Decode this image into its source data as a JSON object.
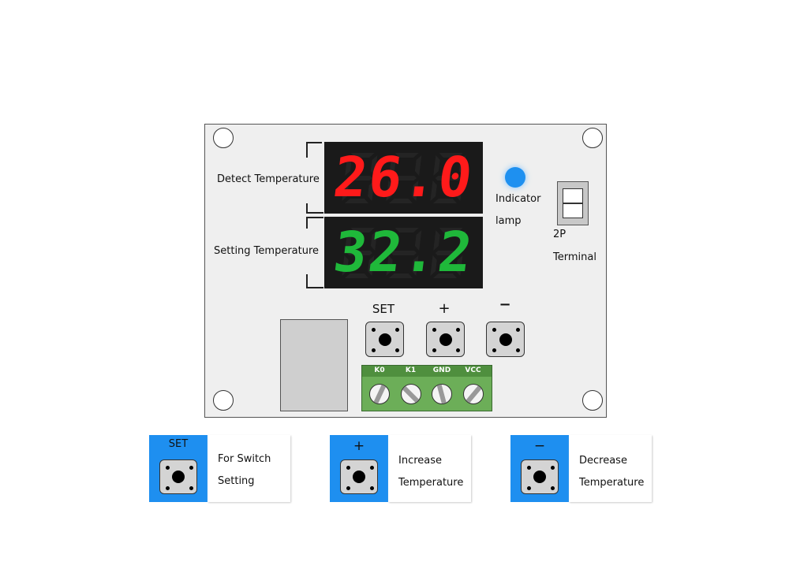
{
  "displays": {
    "detect": {
      "label": "Detect Temperature",
      "value": "26.0",
      "color": "#ff1a1a"
    },
    "setting": {
      "label": "Setting Temperature",
      "value": "32.2",
      "color": "#1fb83a"
    }
  },
  "indicator": {
    "line1": "Indicator",
    "line2": "lamp",
    "color": "#1e90f0"
  },
  "terminal2p": {
    "line1": "2P",
    "line2": "Terminal"
  },
  "buttons": {
    "set": "SET",
    "plus": "+",
    "minus": "−"
  },
  "terminal_block": [
    "K0",
    "K1",
    "GND",
    "VCC"
  ],
  "legend": [
    {
      "key": "SET",
      "line1": "For Switch",
      "line2": "Setting"
    },
    {
      "key": "+",
      "line1": "Increase",
      "line2": "Temperature"
    },
    {
      "key": "−",
      "line1": "Decrease",
      "line2": "Temperature"
    }
  ]
}
